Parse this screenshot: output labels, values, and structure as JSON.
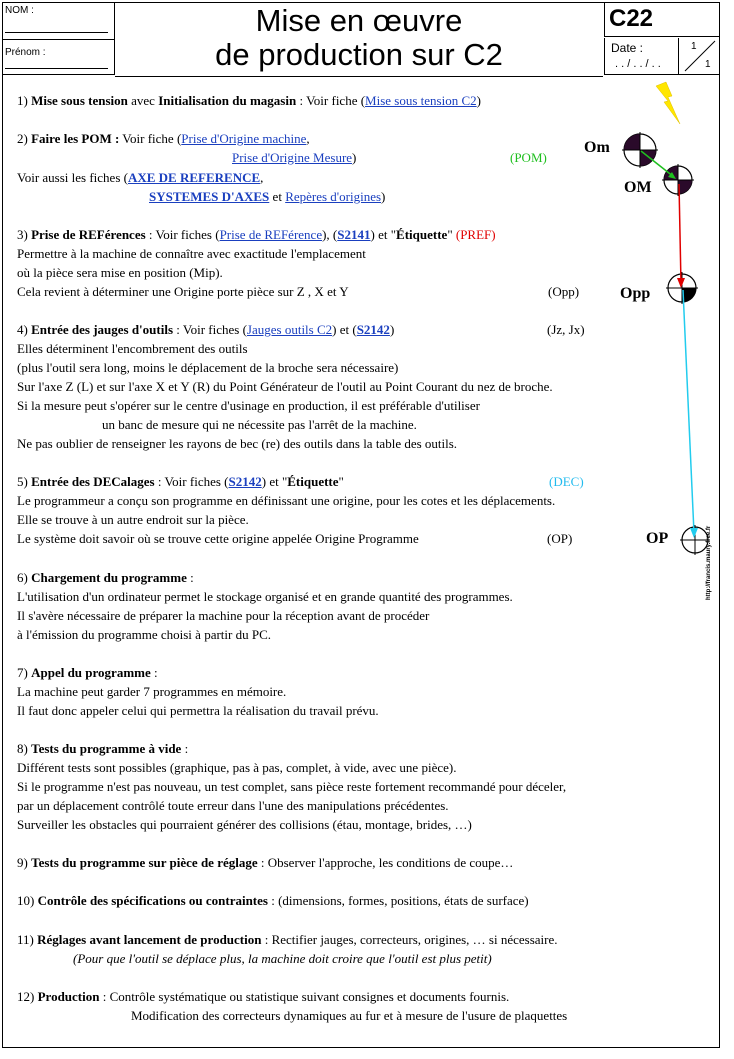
{
  "header": {
    "nom_label": "NOM :",
    "prenom_label": "Prénom :",
    "title_line1": "Mise en œuvre",
    "title_line2": "de production sur C2",
    "code": "C22",
    "date_label": "Date :",
    "date_value": ". . / . . / . .",
    "page_num": "1",
    "page_total": "1"
  },
  "sections": {
    "s1": {
      "num": "1) ",
      "t1": "Mise sous tension",
      "t2": " avec ",
      "t3": "Initialisation du magasin",
      "t4": "  :  Voir fiche (",
      "link": "Mise sous tension C2",
      "t5": ")"
    },
    "s2": {
      "num": "2) ",
      "title": "Faire les POM :",
      "t1": " Voir fiche (",
      "link1": "Prise d'Origine machine",
      "t2": ",",
      "link2": "Prise d'Origine Mesure",
      "t3": ")",
      "tag": "(POM)",
      "line3a": "Voir aussi les fiches (",
      "link3": "AXE DE REFERENCE",
      "t4": ",",
      "link4": "SYSTEMES D'AXES",
      "t5": " et  ",
      "link5": "Repères d'origines",
      "t6": ")"
    },
    "s3": {
      "num": "3) ",
      "title": "Prise de REFérences",
      "t1": " : Voir fiches (",
      "link1": "Prise de REFérence",
      "t2": "), (",
      "link2": "S2141",
      "t3": ") et \"",
      "t4": "Étiquette",
      "t5": "\" ",
      "tag": "(PREF)",
      "l2": "Permettre à la machine de connaître avec exactitude l'emplacement",
      "l3": "où la pièce sera mise en position (Mip).",
      "l4": "Cela revient à déterminer une Origine porte pièce sur Z , X et Y",
      "tag2": "(Opp)"
    },
    "s4": {
      "num": "4) ",
      "title": "Entrée des jauges d'outils",
      "t1": " : Voir fiches (",
      "link1": "Jauges outils C2",
      "t2": ") et (",
      "link2": "S2142",
      "t3": ")",
      "tag": "(Jz, Jx)",
      "l2": "Elles déterminent l'encombrement des outils",
      "l3": "(plus l'outil sera long, moins le déplacement de la broche sera nécessaire)",
      "l4": "Sur l'axe Z (L) et sur l'axe X et Y (R) du Point Générateur de l'outil au Point Courant du nez de broche.",
      "l5": "Si la mesure peut s'opérer sur le centre d'usinage en production, il est préférable d'utiliser",
      "l6": "un banc de mesure qui ne nécessite pas l'arrêt de la machine.",
      "l7": "Ne pas oublier de renseigner les rayons de bec (re) des outils dans la table des outils."
    },
    "s5": {
      "num": "5) ",
      "title": "Entrée des DECalages",
      "t1": " : Voir fiches (",
      "link1": "S2142",
      "t2": ") et \"",
      "t3": "Étiquette",
      "t4": "\"",
      "tag": "(DEC)",
      "l2": "Le programmeur a conçu son programme en définissant une origine, pour les cotes et les déplacements.",
      "l3": "Elle se trouve à un autre endroit sur la pièce.",
      "l4": "Le système doit savoir où se trouve cette origine appelée Origine Programme",
      "tag2": "(OP)"
    },
    "s6": {
      "num": "6) ",
      "title": "Chargement du programme",
      "t1": " :",
      "l2": "L'utilisation d'un ordinateur permet le stockage organisé et en grande quantité des programmes.",
      "l3": "Il s'avère nécessaire de préparer la machine pour la réception avant de procéder",
      "l4": "à l'émission du programme choisi à partir du PC."
    },
    "s7": {
      "num": "7) ",
      "title": "Appel du programme",
      "t1": " :",
      "l2": "La machine peut garder 7 programmes en mémoire.",
      "l3": "Il faut donc appeler celui qui permettra la réalisation du travail prévu."
    },
    "s8": {
      "num": "8) ",
      "title": "Tests du programme à vide",
      "t1": " :",
      "l2": "Différent tests sont possibles (graphique, pas à pas, complet, à vide, avec une pièce).",
      "l3": "Si le programme n'est pas nouveau, un test complet, sans pièce reste fortement recommandé pour déceler,",
      "l4": "par un déplacement contrôlé toute erreur dans l'une des manipulations précédentes.",
      "l5": "Surveiller les obstacles qui pourraient générer des collisions (étau, montage, brides, …)"
    },
    "s9": {
      "num": "9) ",
      "title": "Tests du programme sur pièce de réglage",
      "t1": " : Observer l'approche, les conditions de coupe…"
    },
    "s10": {
      "num": "10) ",
      "title": "Contrôle des spécifications ou contraintes",
      "t1": " : (dimensions, formes, positions, états de surface)"
    },
    "s11": {
      "num": "11) ",
      "title": "Réglages avant lancement de production",
      "t1": " : Rectifier jauges, correcteurs, origines, … si nécessaire.",
      "l2": "(Pour que l'outil se déplace plus, la machine doit croire que l'outil est plus petit)"
    },
    "s12": {
      "num": "12) ",
      "title": "Production",
      "t1": " : Contrôle systématique ou statistique suivant consignes et documents fournis.",
      "l2": "Modification des correcteurs dynamiques au fur et à mesure de l'usure de plaquettes"
    }
  },
  "diagram": {
    "om_upper": "Om",
    "om_lower": "OM",
    "opp": "Opp",
    "op": "OP"
  },
  "side_text": "http://francis.maury.free.fr",
  "colors": {
    "link": "#1a3fbf",
    "pom": "#1fbf1f",
    "pref": "#e00000",
    "dec": "#22bbee",
    "bolt": "#ffe600"
  }
}
